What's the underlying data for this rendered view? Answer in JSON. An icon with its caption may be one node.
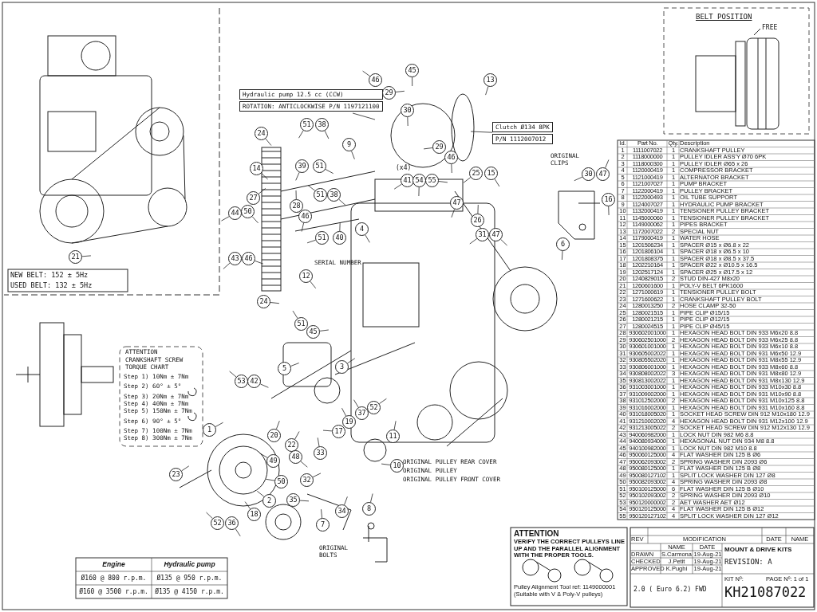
{
  "diagram": {
    "nodes": [
      {
        "text": [
          "Hydraulic pump 12.5 cc (CCW)",
          "ROTATION: ANTICLOCKWISE P/N 1197121100"
        ]
      },
      {
        "text": [
          "Clutch Ø134 8PK",
          "P/N 1112007012"
        ]
      },
      {
        "text": [
          "46"
        ]
      },
      {
        "text": [
          "45"
        ]
      },
      {
        "text": [
          "29"
        ]
      },
      {
        "text": [
          "30"
        ]
      },
      {
        "text": [
          "13"
        ]
      },
      {
        "text": [
          "24"
        ]
      },
      {
        "text": [
          "51"
        ]
      },
      {
        "text": [
          "38"
        ]
      },
      {
        "text": [
          "9"
        ]
      },
      {
        "text": [
          "29"
        ]
      },
      {
        "text": [
          "46"
        ]
      },
      {
        "text": [
          "41"
        ]
      },
      {
        "text": [
          "54"
        ]
      },
      {
        "text": [
          "55"
        ]
      },
      {
        "text": [
          "25"
        ]
      },
      {
        "text": [
          "15"
        ]
      },
      {
        "text": [
          "14"
        ]
      },
      {
        "text": [
          "39"
        ]
      },
      {
        "text": [
          "51"
        ]
      },
      {
        "text": [
          "27"
        ]
      },
      {
        "text": [
          "51"
        ]
      },
      {
        "text": [
          "38"
        ]
      },
      {
        "text": [
          "28"
        ]
      },
      {
        "text": [
          "46"
        ]
      },
      {
        "text": [
          "44"
        ]
      },
      {
        "text": [
          "50"
        ]
      },
      {
        "text": [
          "47"
        ]
      },
      {
        "text": [
          "26"
        ]
      },
      {
        "text": [
          "4"
        ]
      },
      {
        "text": [
          "40"
        ]
      },
      {
        "text": [
          "51"
        ]
      },
      {
        "text": [
          "31"
        ]
      },
      {
        "text": [
          "47"
        ]
      },
      {
        "text": [
          "43"
        ]
      },
      {
        "text": [
          "46"
        ]
      },
      {
        "text": [
          "21"
        ]
      },
      {
        "text": [
          "12"
        ]
      },
      {
        "text": [
          "24"
        ]
      },
      {
        "text": [
          "30"
        ]
      },
      {
        "text": [
          "47"
        ]
      },
      {
        "text": [
          "16"
        ]
      },
      {
        "text": [
          "6"
        ]
      },
      {
        "text": [
          "51"
        ]
      },
      {
        "text": [
          "45"
        ]
      },
      {
        "text": [
          "3"
        ]
      },
      {
        "text": [
          "5"
        ]
      },
      {
        "text": [
          "53"
        ]
      },
      {
        "text": [
          "42"
        ]
      },
      {
        "text": [
          "37"
        ]
      },
      {
        "text": [
          "52"
        ]
      },
      {
        "text": [
          "19"
        ]
      },
      {
        "text": [
          "17"
        ]
      },
      {
        "text": [
          "20"
        ]
      },
      {
        "text": [
          "1"
        ]
      },
      {
        "text": [
          "11"
        ]
      },
      {
        "text": [
          "22"
        ]
      },
      {
        "text": [
          "33"
        ]
      },
      {
        "text": [
          "48"
        ]
      },
      {
        "text": [
          "49"
        ]
      },
      {
        "text": [
          "10"
        ]
      },
      {
        "text": [
          "23"
        ]
      },
      {
        "text": [
          "32"
        ]
      },
      {
        "text": [
          "50"
        ]
      },
      {
        "text": [
          "35"
        ]
      },
      {
        "text": [
          "2"
        ]
      },
      {
        "text": [
          "34"
        ]
      },
      {
        "text": [
          "8"
        ]
      },
      {
        "text": [
          "18"
        ]
      },
      {
        "text": [
          "7"
        ]
      },
      {
        "text": [
          "52"
        ]
      },
      {
        "text": [
          "36"
        ]
      }
    ],
    "edges": [
      {
        "from": 0,
        "to": null,
        "arrow": "none"
      },
      {
        "from": 1,
        "to": null,
        "arrow": "none"
      },
      {
        "from": 2,
        "to": null,
        "arrow": "none"
      },
      {
        "from": 3,
        "to": null,
        "arrow": "none"
      },
      {
        "from": 4,
        "to": null,
        "arrow": "none"
      },
      {
        "from": 5,
        "to": null,
        "arrow": "none"
      },
      {
        "from": 6,
        "to": null,
        "arrow": "none"
      },
      {
        "from": 7,
        "to": null,
        "arrow": "none"
      },
      {
        "from": 8,
        "to": null,
        "arrow": "none"
      },
      {
        "from": 9,
        "to": null,
        "arrow": "none"
      },
      {
        "from": 10,
        "to": null,
        "arrow": "none"
      },
      {
        "from": 11,
        "to": null,
        "arrow": "none"
      },
      {
        "from": 12,
        "to": null,
        "arrow": "none"
      },
      {
        "from": 13,
        "to": null,
        "arrow": "none"
      },
      {
        "from": 14,
        "to": null,
        "arrow": "none"
      },
      {
        "from": 15,
        "to": null,
        "arrow": "none"
      },
      {
        "from": 16,
        "to": null,
        "arrow": "none"
      },
      {
        "from": 17,
        "to": null,
        "arrow": "none"
      },
      {
        "from": 18,
        "to": null,
        "arrow": "none"
      },
      {
        "from": 19,
        "to": null,
        "arrow": "none"
      },
      {
        "from": 20,
        "to": null,
        "arrow": "none"
      },
      {
        "from": 21,
        "to": null,
        "arrow": "none"
      },
      {
        "from": 22,
        "to": null,
        "arrow": "none"
      },
      {
        "from": 23,
        "to": null,
        "arrow": "none"
      },
      {
        "from": 24,
        "to": null,
        "arrow": "none"
      },
      {
        "from": 25,
        "to": null,
        "arrow": "none"
      },
      {
        "from": 26,
        "to": null,
        "arrow": "none"
      },
      {
        "from": 27,
        "to": null,
        "arrow": "none"
      },
      {
        "from": 28,
        "to": null,
        "arrow": "none"
      },
      {
        "from": 29,
        "to": null,
        "arrow": "none"
      },
      {
        "from": 30,
        "to": null,
        "arrow": "none"
      },
      {
        "from": 31,
        "to": null,
        "arrow": "none"
      },
      {
        "from": 32,
        "to": null,
        "arrow": "none"
      },
      {
        "from": 33,
        "to": null,
        "arrow": "none"
      },
      {
        "from": 34,
        "to": null,
        "arrow": "none"
      },
      {
        "from": 35,
        "to": null,
        "arrow": "none"
      },
      {
        "from": 36,
        "to": null,
        "arrow": "none"
      },
      {
        "from": 37,
        "to": null,
        "arrow": "none"
      },
      {
        "from": 38,
        "to": null,
        "arrow": "none"
      },
      {
        "from": 39,
        "to": null,
        "arrow": "none"
      },
      {
        "from": 40,
        "to": null,
        "arrow": "none"
      },
      {
        "from": 41,
        "to": null,
        "arrow": "none"
      },
      {
        "from": 42,
        "to": null,
        "arrow": "none"
      },
      {
        "from": 43,
        "to": null,
        "arrow": "none"
      },
      {
        "from": 44,
        "to": null,
        "arrow": "none"
      },
      {
        "from": 45,
        "to": null,
        "arrow": "none"
      },
      {
        "from": 46,
        "to": null,
        "arrow": "none"
      },
      {
        "from": 47,
        "to": null,
        "arrow": "none"
      },
      {
        "from": 48,
        "to": null,
        "arrow": "none"
      },
      {
        "from": 49,
        "to": null,
        "arrow": "none"
      },
      {
        "from": 50,
        "to": null,
        "arrow": "none"
      },
      {
        "from": 51,
        "to": null,
        "arrow": "none"
      },
      {
        "from": 52,
        "to": null,
        "arrow": "none"
      },
      {
        "from": 53,
        "to": null,
        "arrow": "none"
      },
      {
        "from": 54,
        "to": null,
        "arrow": "none"
      },
      {
        "from": 55,
        "to": null,
        "arrow": "none"
      },
      {
        "from": 56,
        "to": null,
        "arrow": "none"
      },
      {
        "from": 57,
        "to": null,
        "arrow": "none"
      },
      {
        "from": 58,
        "to": null,
        "arrow": "none"
      },
      {
        "from": 59,
        "to": null,
        "arrow": "none"
      },
      {
        "from": 60,
        "to": null,
        "arrow": "none"
      },
      {
        "from": 61,
        "to": null,
        "arrow": "none"
      },
      {
        "from": 62,
        "to": null,
        "arrow": "none"
      },
      {
        "from": 63,
        "to": null,
        "arrow": "none"
      },
      {
        "from": 64,
        "to": null,
        "arrow": "none"
      },
      {
        "from": 65,
        "to": null,
        "arrow": "none"
      },
      {
        "from": 66,
        "to": null,
        "arrow": "none"
      },
      {
        "from": 67,
        "to": null,
        "arrow": "none"
      },
      {
        "from": 68,
        "to": null,
        "arrow": "none"
      },
      {
        "from": 69,
        "to": null,
        "arrow": "none"
      },
      {
        "from": 70,
        "to": null,
        "arrow": "none"
      },
      {
        "from": 71,
        "to": null,
        "arrow": "none"
      },
      {
        "from": 72,
        "to": null,
        "arrow": "none"
      }
    ],
    "labels": [
      "BELT POSITION",
      "FREE",
      "NEW BELT: 152 ± 5Hz",
      "USED BELT: 132 ± 5Hz",
      "(x4)",
      "SERIAL NUMBER",
      "ORIGINAL CLIPS",
      "ATTENTION",
      "CRANKSHAFT SCREW TORQUE CHART",
      "Step 1) 10Nm ± 7Nm",
      "Step 2) 60° ± 5°",
      "Step 3) 20Nm ± 7Nm",
      "Step 4) 40Nm ± 7Nm",
      "Step 5) 150Nm ± 7Nm",
      "Step 6) 90° ± 5°",
      "Step 7) 100Nm ± 7Nm",
      "Step 8) 300Nm ± 7Nm",
      "ORIGINAL PULLEY REAR COVER",
      "ORIGINAL PULLEY",
      "ORIGINAL PULLEY FRONT COVER",
      "ORIGINAL BOLTS",
      "Id.",
      "Part No.",
      "Qty.",
      "Description",
      "1",
      "1111007022",
      "1",
      "CRANKSHAFT PULLEY",
      "2",
      "1118000000",
      "1",
      "PULLEY IDLER ASS'Y Ø70 6PK",
      "3",
      "1118000300",
      "1",
      "PULLEY IDLER Ø65 x 26",
      "4",
      "1120000419",
      "1",
      "COMPRESSOR BRACKET",
      "5",
      "1121000419",
      "1",
      "ALTERNATOR BRACKET",
      "6",
      "1121007027",
      "1",
      "PUMP BRACKET",
      "7",
      "1122000419",
      "1",
      "PULLEY BRACKET",
      "8",
      "1122000493",
      "1",
      "OIL TUBE SUPPORT",
      "9",
      "1124007027",
      "1",
      "HYDRAULIC PUMP BRACKET",
      "10",
      "1132000419",
      "1",
      "TENSIONER PULLEY BRACKET",
      "11",
      "1145000060",
      "1",
      "TENSIONER PULLEY BRACKET",
      "12",
      "1149000062",
      "1",
      "PIPES BRACKET",
      "13",
      "1172007022",
      "2",
      "SPECIAL NUT",
      "14",
      "1179000419",
      "1",
      "WATER HOSE",
      "15",
      "1201506234",
      "1",
      "SPACER Ø15 x Ø6.8 x 22",
      "16",
      "1201806104",
      "1",
      "SPACER Ø18 x Ø6.5 x 10",
      "17",
      "1201808375",
      "1",
      "SPACER Ø18 x Ø8.5 x 37.5",
      "18",
      "1202210164",
      "1",
      "SPACER Ø22 x Ø10.5 x 16.5",
      "19",
      "1202517124",
      "1",
      "SPACER Ø25 x Ø17.5 x 12",
      "20",
      "1240829015",
      "2",
      "STUD DIN-427 M8x20",
      "21",
      "1260601600",
      "1",
      "POLY-V BELT 6PK1600",
      "22",
      "1271000619",
      "1",
      "TENSIONER PULLEY BOLT",
      "23",
      "1271600622",
      "1",
      "CRANKSHAFT PULLEY BOLT",
      "24",
      "1280013250",
      "2",
      "HOSE CLAMP 32-50",
      "25",
      "1280021515",
      "1",
      "PIPE CLIP Ø15/15",
      "26",
      "1280021215",
      "1",
      "PIPE CLIP Ø12/15",
      "27",
      "1280024515",
      "1",
      "PIPE CLIP Ø45/15",
      "28",
      "930602001000",
      "1",
      "HEXAGON HEAD BOLT DIN 933 M6x20 8.8",
      "29",
      "930602501000",
      "2",
      "HEXAGON HEAD BOLT DIN 933 M6x25 8.8",
      "30",
      "930601001000",
      "1",
      "HEXAGON HEAD BOLT DIN 933 M6x10 8.8",
      "31",
      "930605002022",
      "1",
      "HEXAGON HEAD BOLT DIN 931 M6x50 12.9",
      "32",
      "930805502020",
      "1",
      "HEXAGON HEAD BOLT DIN 931 M8x55 12.9",
      "33",
      "930806001000",
      "1",
      "HEXAGON HEAD BOLT DIN 933 M8x60 8.8",
      "34",
      "930808002022",
      "3",
      "HEXAGON HEAD BOLT DIN 931 M8x80 12.9",
      "35",
      "930813002022",
      "1",
      "HEXAGON HEAD BOLT DIN 931 M8x130 12.9",
      "36",
      "931003001000",
      "1",
      "HEXAGON HEAD BOLT DIN 933 M10x30 8.8",
      "37",
      "931009002000",
      "1",
      "HEXAGON HEAD BOLT DIN 931 M10x90 8.8",
      "38",
      "931012502000",
      "2",
      "HEXAGON HEAD BOLT DIN 931 M10x125 8.8",
      "39",
      "931016002000",
      "1",
      "HEXAGON HEAD BOLT DIN 931 M10x160 8.8",
      "40",
      "931018005020",
      "1",
      "SOCKET HEAD SCREW DIN 912 M10x180 12.9",
      "41",
      "931210002020",
      "4",
      "HEXAGON HEAD BOLT DIN 931 M12x100 12.9",
      "42",
      "931213005022",
      "2",
      "SOCKET HEAD SCREW DIN 912 M12x130 12.9",
      "43",
      "940060982000",
      "1",
      "LOCK NUT DIN 982 M6 8.8",
      "44",
      "940080934000",
      "1",
      "HEXAGONAL NUT DIN 934 M8 8.8",
      "45",
      "940100982000",
      "1",
      "LOCK NUT DIN 982 M10 8.8",
      "46",
      "950060125000",
      "4",
      "FLAT WASHER DIN 125 B Ø6",
      "47",
      "950062093002",
      "2",
      "SPRING WASHER DIN 2093 Ø6",
      "48",
      "950080125000",
      "1",
      "FLAT WASHER DIN 125 B Ø8",
      "49",
      "950080127102",
      "1",
      "SPLIT LOCK WASHER DIN 127 Ø8",
      "50",
      "950082093002",
      "4",
      "SPRING WASHER DIN 2093 Ø8",
      "51",
      "950100125000",
      "6",
      "FLAT WASHER DIN 125 B Ø10",
      "52",
      "950102093002",
      "2",
      "SPRING WASHER DIN 2093 Ø10",
      "53",
      "950120000002",
      "2",
      "AET WASHER AET Ø12",
      "54",
      "950120125000",
      "4",
      "FLAT WASHER DIN 125 B Ø12",
      "55",
      "950120127102",
      "4",
      "SPLIT LOCK WASHER DIN 127 Ø12",
      "ATTENTION",
      "VERIFY THE CORRECT PULLEYS LINE UP AND THE PARALLEL ALIGNMENT WITH THE PROPER TOOLS.",
      "Pulley Alignment Tool ref: 1149000001 (Suitable with V & Poly-V pulleys)",
      "REV",
      "MODIFICATION",
      "DATE",
      "NAME",
      "NAME",
      "DATE",
      "DRAWN",
      "S.Carmona",
      "19-Aug-21",
      "CHECKED",
      "J.Petit",
      "19-Aug-21",
      "APPROVED",
      "K.Pughi",
      "19-Aug-21",
      "MOUNT & DRIVE KITS",
      "REVISION:  A",
      "2.0 ( Euro 6.2) FWD",
      "KIT Nº:",
      "PAGE Nº: 1 of 1",
      "KH21087022",
      "Engine",
      "Hydraulic pump",
      "Ø160 @ 800 r.p.m.",
      "Ø135 @ 950 r.p.m.",
      "Ø160 @ 3500 r.p.m.",
      "Ø135 @ 4150 r.p.m."
    ]
  }
}
